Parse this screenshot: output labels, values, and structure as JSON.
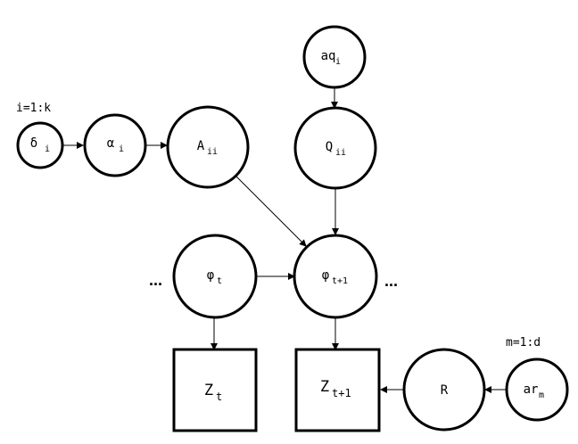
{
  "plates": {
    "i_plate": "i=1:k",
    "m_plate": "m=1:d"
  },
  "nodes": {
    "delta": {
      "base": "δ",
      "sub": "i"
    },
    "alpha": {
      "base": "α",
      "sub": "i"
    },
    "A": {
      "base": "A",
      "sub": "ii"
    },
    "aq": {
      "base": "aq",
      "sub": "i"
    },
    "Q": {
      "base": "Q",
      "sub": "ii"
    },
    "phi_t": {
      "base": "φ",
      "sub": "t"
    },
    "phi_t1": {
      "base": "φ",
      "sub": "t+1"
    },
    "Z_t": {
      "base": "Z",
      "sub": "t"
    },
    "Z_t1": {
      "base": "Z",
      "sub": "t+1"
    },
    "R": {
      "base": "R",
      "sub": ""
    },
    "ar": {
      "base": "ar",
      "sub": "m"
    }
  },
  "ellipsis": {
    "left": "...",
    "right": "..."
  }
}
